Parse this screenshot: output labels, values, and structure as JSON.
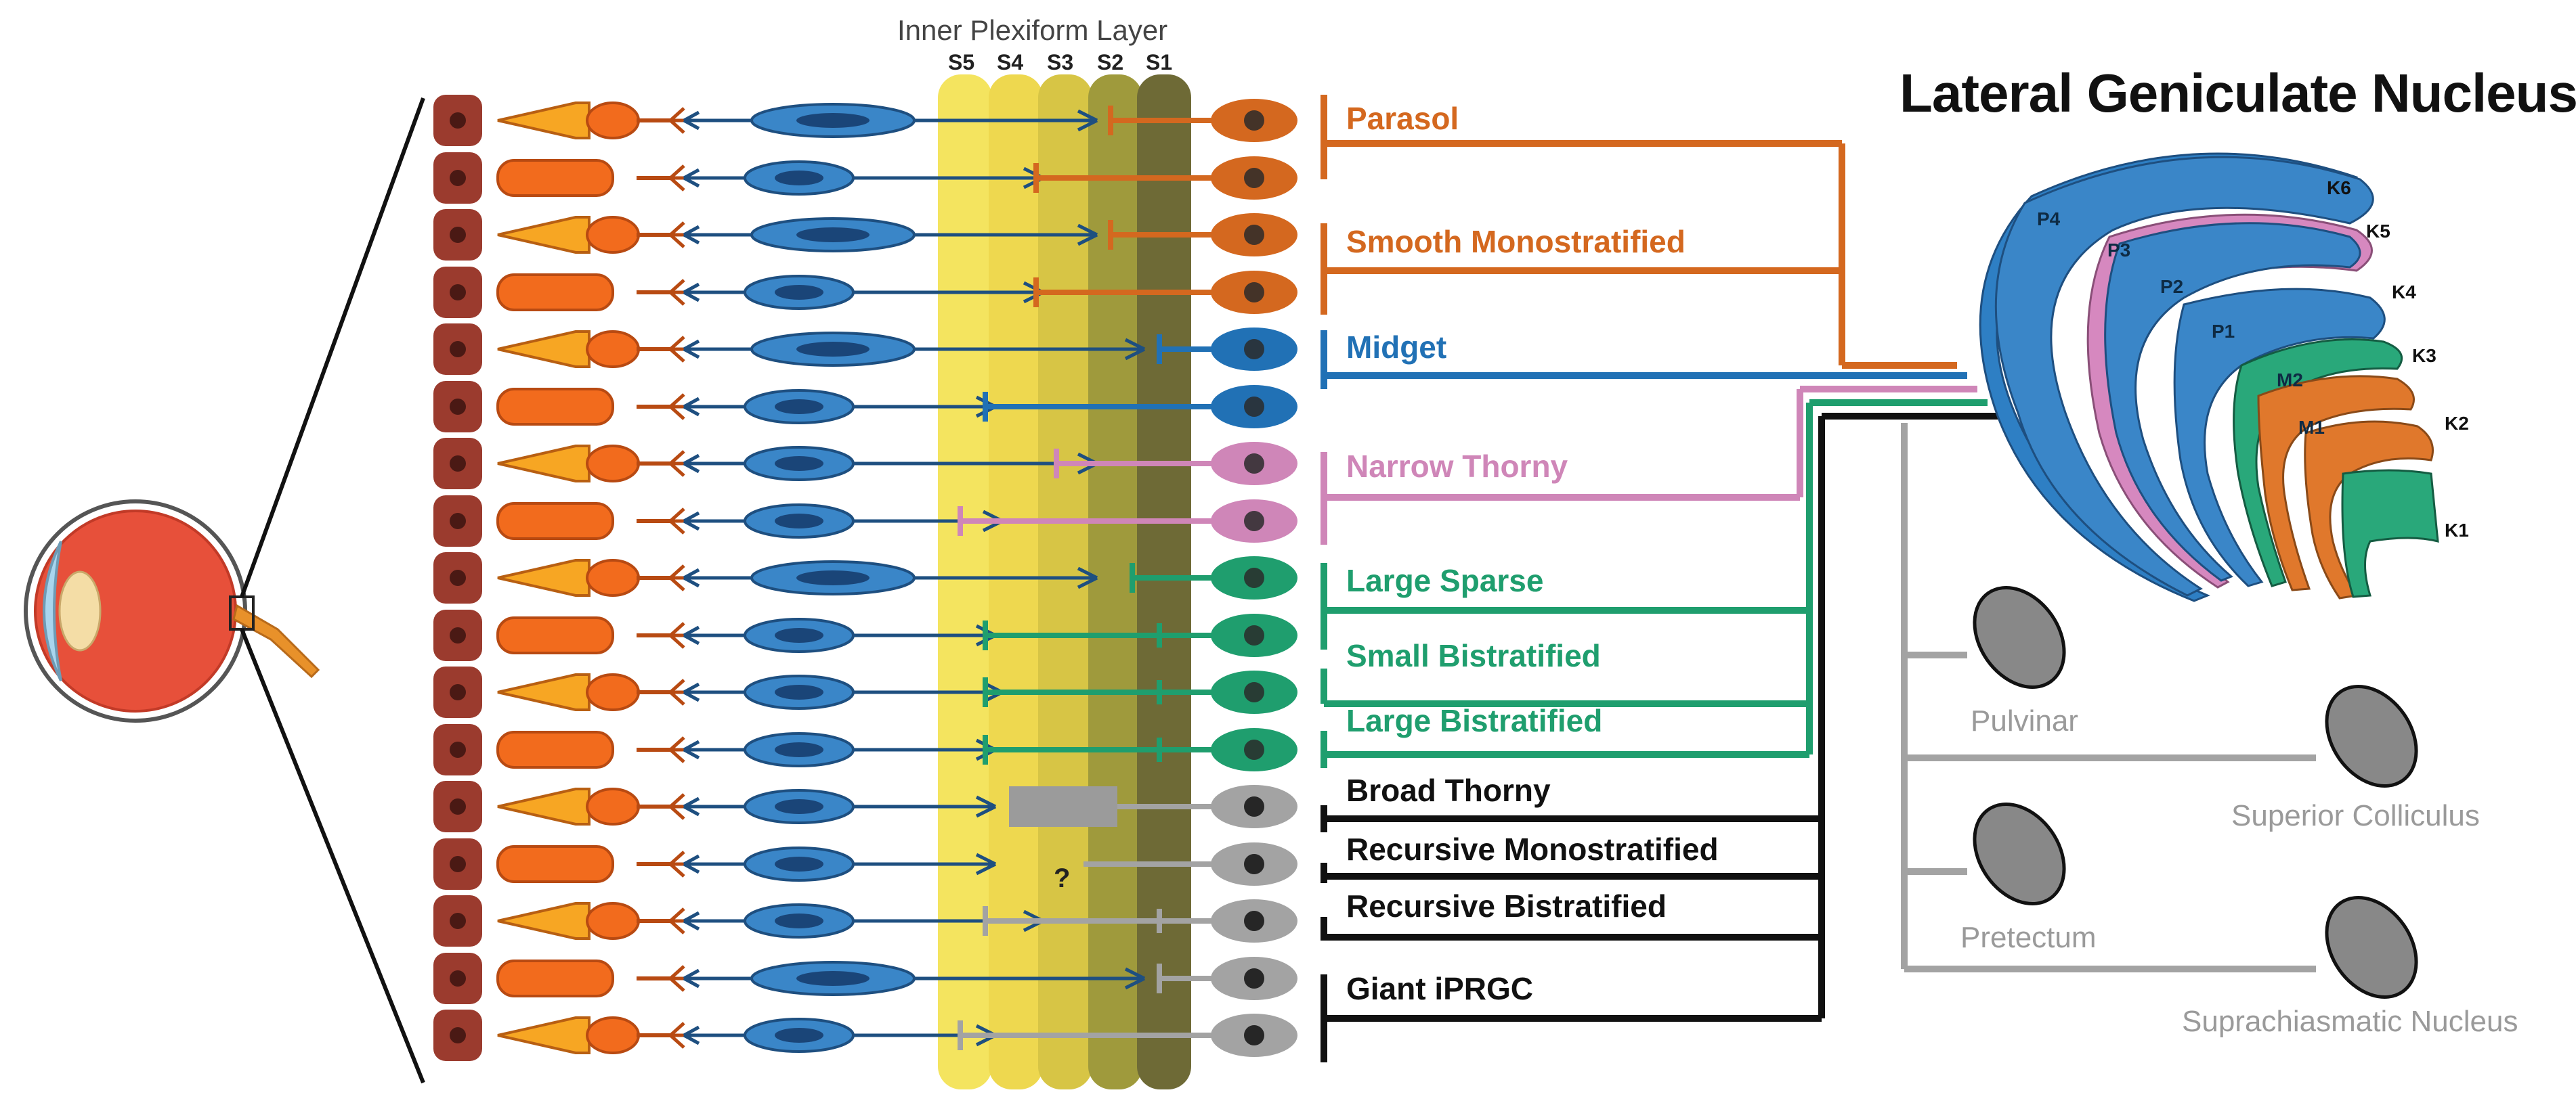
{
  "title": "Lateral Geniculate Nucleus",
  "ipl": {
    "title": "Inner Plexiform Layer",
    "strata": [
      "S5",
      "S4",
      "S3",
      "S2",
      "S1"
    ]
  },
  "cell_types": [
    {
      "name": "Parasol",
      "color": "#d4681f"
    },
    {
      "name": "Smooth Monostratified",
      "color": "#d4681f"
    },
    {
      "name": "Midget",
      "color": "#2171b5"
    },
    {
      "name": "Narrow Thorny",
      "color": "#cf86b8"
    },
    {
      "name": "Large Sparse",
      "color": "#1f9e6e"
    },
    {
      "name": "Small Bistratified",
      "color": "#1f9e6e"
    },
    {
      "name": "Large Bistratified",
      "color": "#1f9e6e"
    },
    {
      "name": "Broad Thorny",
      "color": "#111111"
    },
    {
      "name": "Recursive Monostratified",
      "color": "#111111"
    },
    {
      "name": "Recursive Bistratified",
      "color": "#111111"
    },
    {
      "name": "Giant iPRGC",
      "color": "#111111"
    }
  ],
  "targets": [
    "Pulvinar",
    "Superior Colliculus",
    "Pretectum",
    "Suprachiasmatic Nucleus"
  ],
  "lgn_layers": [
    "K6",
    "K5",
    "K4",
    "K3",
    "K2",
    "K1",
    "P4",
    "P3",
    "P2",
    "P1",
    "M2",
    "M1"
  ],
  "unknown_mark": "?",
  "colors": {
    "rpe": "#9b3b2e",
    "photoreceptor": "#f26b1d",
    "bipolar": "#3a86c8",
    "ipl_band": "#f2e05a",
    "grey": "#a3a3a3"
  }
}
